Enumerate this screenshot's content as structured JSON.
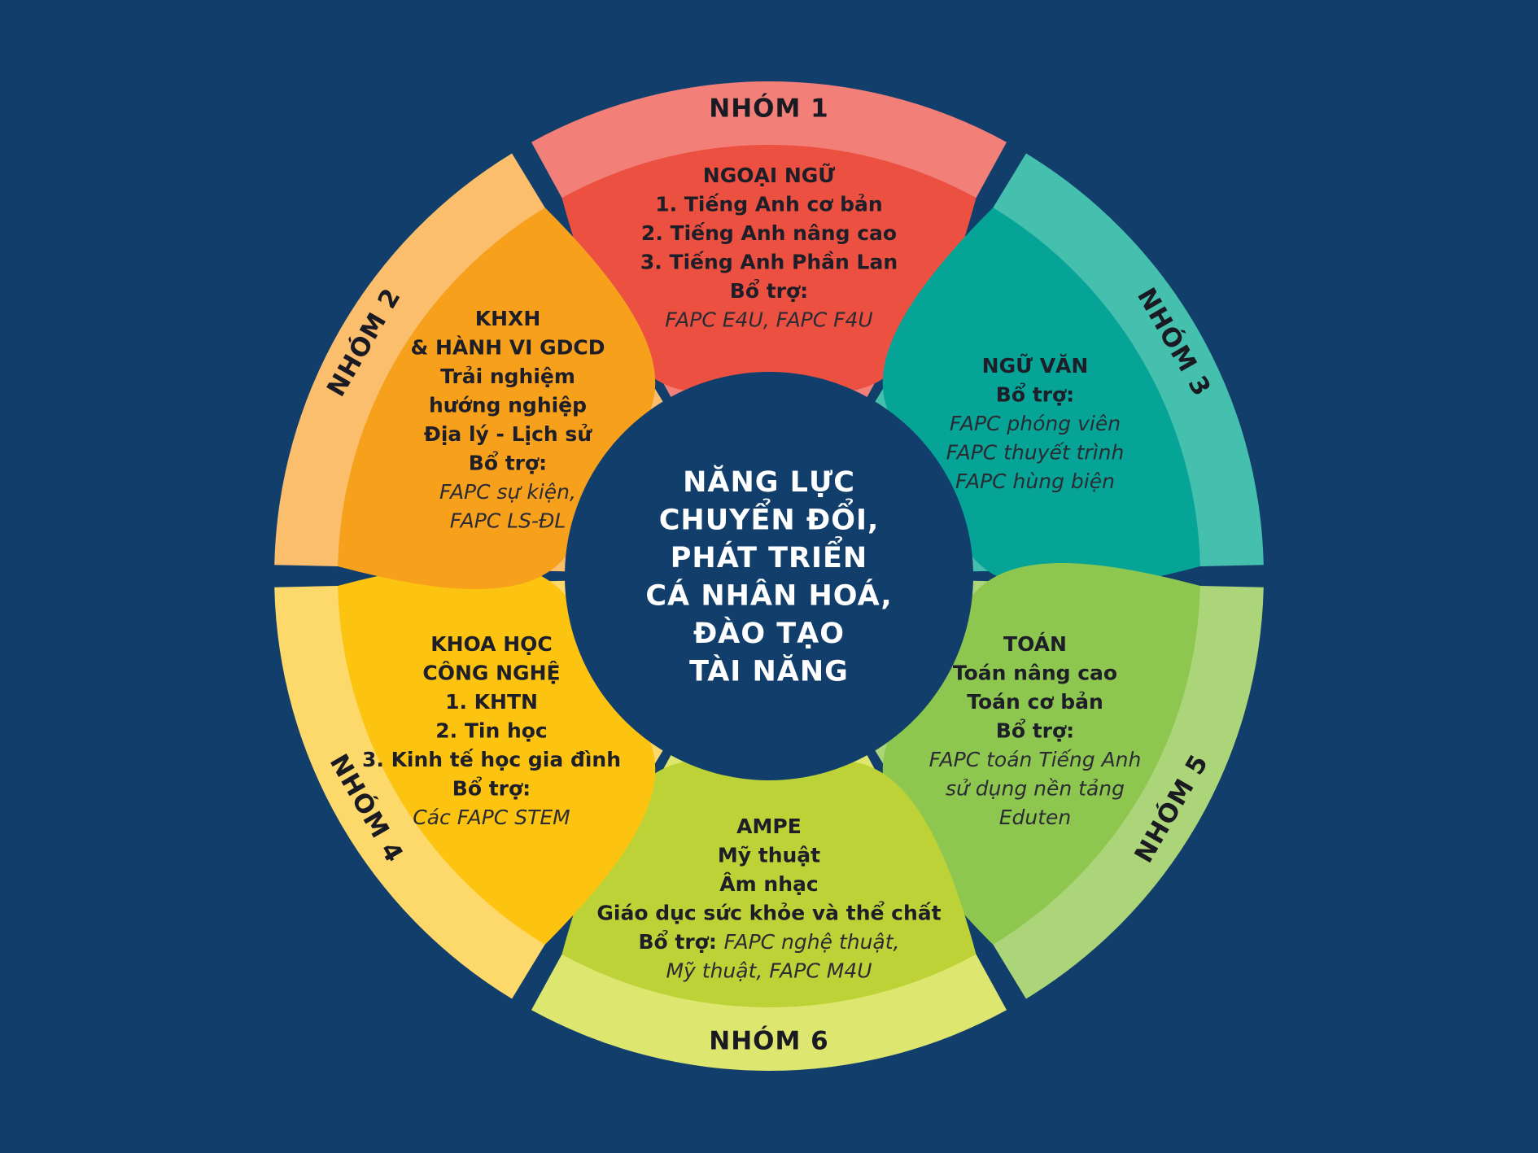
{
  "center": {
    "lines": [
      "NĂNG LỰC",
      "CHUYỂN ĐỔI,",
      "PHÁT TRIỂN",
      "CÁ NHÂN HOÁ,",
      "ĐÀO TẠO",
      "TÀI NĂNG"
    ]
  },
  "groups": [
    {
      "label": "NHÓM 1",
      "outer_color": "#f27f78",
      "inner_color": "#ec5040",
      "lines": [
        {
          "text": "NGOẠI NGỮ",
          "style": "bold"
        },
        {
          "text": "1. Tiếng Anh cơ bản",
          "style": "bold"
        },
        {
          "text": "2. Tiếng Anh nâng cao",
          "style": "bold"
        },
        {
          "text": "3. Tiếng Anh Phần Lan",
          "style": "bold"
        },
        {
          "text": "Bổ trợ:",
          "style": "bold"
        },
        {
          "text": "FAPC E4U, FAPC F4U",
          "style": "italic"
        }
      ]
    },
    {
      "label": "NHÓM 3",
      "outer_color": "#45bfae",
      "inner_color": "#06a497",
      "lines": [
        {
          "text": "NGỮ VĂN",
          "style": "bold"
        },
        {
          "text": "Bổ trợ:",
          "style": "bold"
        },
        {
          "text": "FAPC phóng viên",
          "style": "italic"
        },
        {
          "text": "FAPC thuyết trình",
          "style": "italic"
        },
        {
          "text": "FAPC hùng biện",
          "style": "italic"
        }
      ]
    },
    {
      "label": "NHÓM 5",
      "outer_color": "#acd57a",
      "inner_color": "#8dc74f",
      "lines": [
        {
          "text": "TOÁN",
          "style": "bold"
        },
        {
          "text": "Toán nâng cao",
          "style": "bold"
        },
        {
          "text": "Toán cơ bản",
          "style": "bold"
        },
        {
          "text": "Bổ trợ:",
          "style": "bold"
        },
        {
          "text": "FAPC toán Tiếng Anh",
          "style": "italic"
        },
        {
          "text": "sử dụng nền tảng",
          "style": "italic"
        },
        {
          "text": "Eduten",
          "style": "italic"
        }
      ]
    },
    {
      "label": "NHÓM 6",
      "outer_color": "#dde66e",
      "inner_color": "#bcd236",
      "lines": [
        {
          "text": "AMPE",
          "style": "bold"
        },
        {
          "text": "Mỹ thuật",
          "style": "bold"
        },
        {
          "text": "Âm nhạc",
          "style": "bold"
        },
        {
          "text": "Giáo dục sức khỏe và thể chất",
          "style": "bold"
        },
        {
          "text": "Bổ trợ:",
          "style": "bold",
          "suffix": "FAPC nghệ thuật,"
        },
        {
          "text": "Mỹ thuật, FAPC M4U",
          "style": "italic"
        }
      ]
    },
    {
      "label": "NHÓM 4",
      "outer_color": "#fdd86a",
      "inner_color": "#fcc411",
      "lines": [
        {
          "text": "KHOA HỌC",
          "style": "bold"
        },
        {
          "text": "CÔNG NGHỆ",
          "style": "bold"
        },
        {
          "text": "1. KHTN",
          "style": "bold"
        },
        {
          "text": "2. Tin học",
          "style": "bold"
        },
        {
          "text": "3. Kinh tế học gia đình",
          "style": "bold"
        },
        {
          "text": "Bổ trợ:",
          "style": "bold"
        },
        {
          "text": "Các FAPC STEM",
          "style": "italic"
        }
      ]
    },
    {
      "label": "NHÓM 2",
      "outer_color": "#fbbe6c",
      "inner_color": "#f7a01c",
      "lines": [
        {
          "text": "KHXH",
          "style": "bold"
        },
        {
          "text": "& HÀNH VI GDCD",
          "style": "bold"
        },
        {
          "text": "Trải nghiệm",
          "style": "bold"
        },
        {
          "text": "hướng nghiệp",
          "style": "bold"
        },
        {
          "text": "Địa lý - Lịch sử",
          "style": "bold"
        },
        {
          "text": "Bổ trợ:",
          "style": "bold"
        },
        {
          "text": "FAPC sự kiện,",
          "style": "italic"
        },
        {
          "text": "FAPC LS-ĐL",
          "style": "italic"
        }
      ]
    }
  ]
}
